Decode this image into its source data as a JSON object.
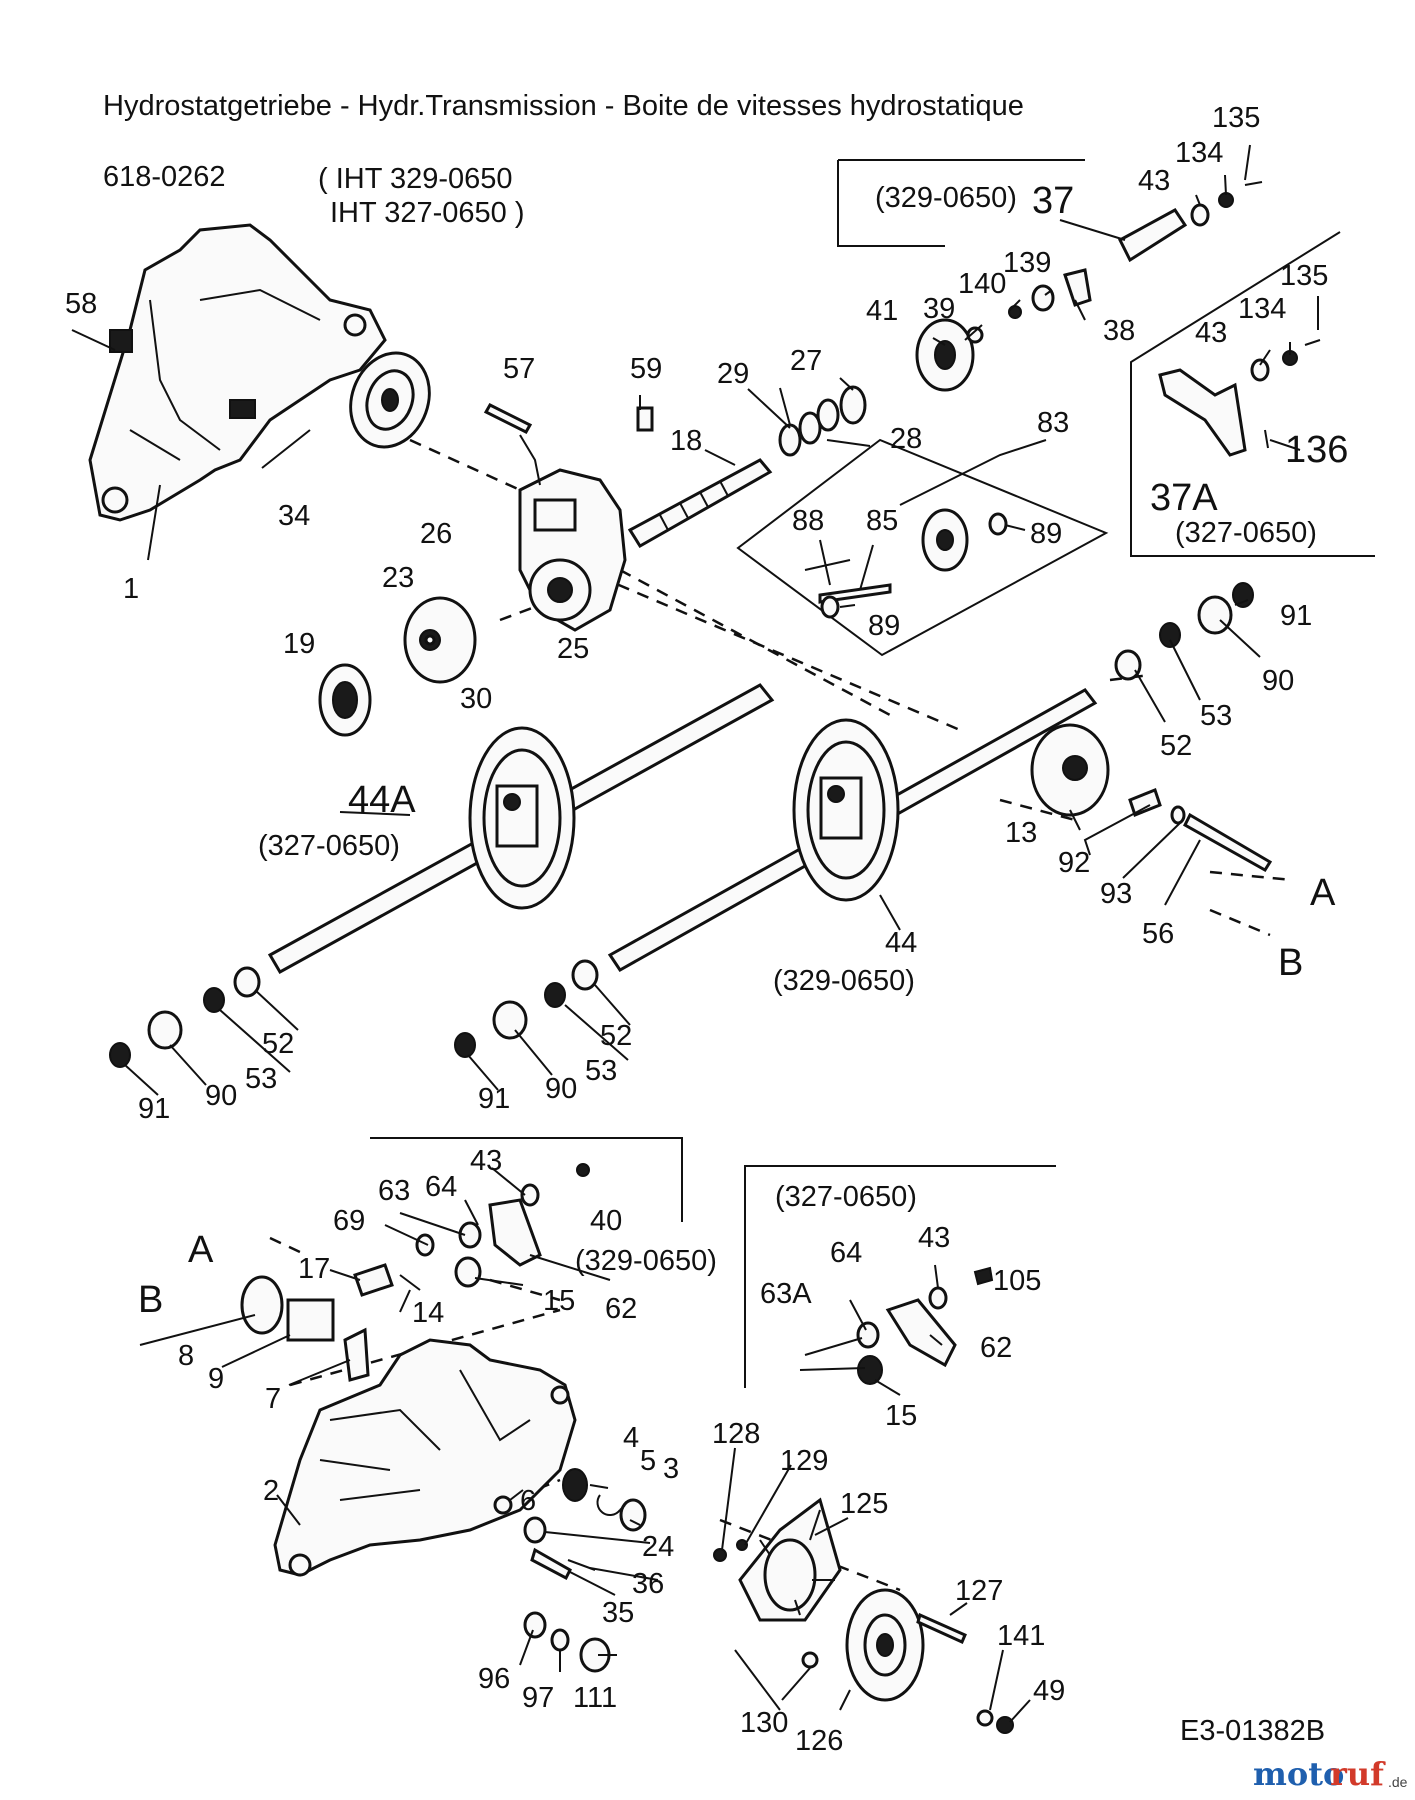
{
  "title": "Hydrostatgetriebe - Hydr.Transmission - Boite de vitesses hydrostatique",
  "part_number": "618-0262",
  "model_note_line1": "( IHT 329-0650",
  "model_note_line2": "IHT 327-0650 )",
  "drawing_id": "E3-01382B",
  "watermark": {
    "part1": "moto",
    "part2": "ruf",
    "suffix": ".de"
  },
  "labels": {
    "l1": "1",
    "l58": "58",
    "l34": "34",
    "l57": "57",
    "l59": "59",
    "l26": "26",
    "l23": "23",
    "l19": "19",
    "l30": "30",
    "l25": "25",
    "l18": "18",
    "l29": "29",
    "l27": "27",
    "l28": "28",
    "l41": "41",
    "l39": "39",
    "l140": "140",
    "l139": "139",
    "l38": "38",
    "l37": "37",
    "l43a": "43",
    "l134a": "134",
    "l135a": "135",
    "l135b": "135",
    "l134b": "134",
    "l43b": "43",
    "l136": "136",
    "l37A": "37A",
    "l83": "83",
    "l88": "88",
    "l85": "85",
    "l89a": "89",
    "l89b": "89",
    "l91a": "91",
    "l90a": "90",
    "l53a": "53",
    "l52a": "52",
    "l13": "13",
    "l92": "92",
    "l93": "93",
    "l56": "56",
    "lA1": "A",
    "lB1": "B",
    "l44A": "44A",
    "l44": "44",
    "l52b": "52",
    "l53b": "53",
    "l90b": "90",
    "l91b": "91",
    "l52c": "52",
    "l53c": "53",
    "l90c": "90",
    "l91c": "91",
    "l43c": "43",
    "l63": "63",
    "l64": "64",
    "l69": "69",
    "l40": "40",
    "l15a": "15",
    "l62a": "62",
    "lA2": "A",
    "lB2": "B",
    "l17": "17",
    "l14": "14",
    "l8": "8",
    "l9": "9",
    "l7": "7",
    "l2": "2",
    "l4": "4",
    "l5": "5",
    "l3": "3",
    "l6": "6",
    "l24": "24",
    "l36": "36",
    "l35": "35",
    "l96": "96",
    "l97": "97",
    "l111": "111",
    "l64b": "64",
    "l43d": "43",
    "l105": "105",
    "l63A": "63A",
    "l62b": "62",
    "l15b": "15",
    "l128": "128",
    "l129": "129",
    "l125": "125",
    "l127": "127",
    "l141": "141",
    "l49": "49",
    "l130": "130",
    "l126": "126"
  },
  "variants": {
    "v1": "(329-0650)",
    "v2": "(327-0650)",
    "v3": "(327-0650)",
    "v4": "(329-0650)",
    "v5": "(329-0650)",
    "v6": "(327-0650)"
  }
}
